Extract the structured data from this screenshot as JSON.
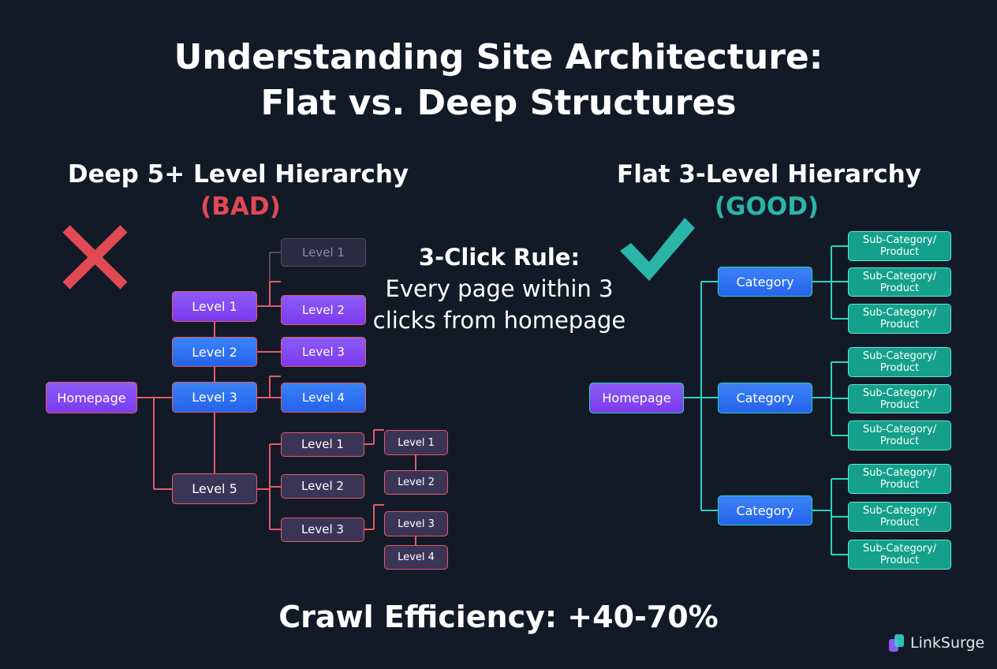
{
  "title": {
    "line1": "Understanding Site Architecture:",
    "line2": "Flat vs. Deep Structures"
  },
  "deep": {
    "heading": "Deep 5+ Level Hierarchy",
    "verdict": "(BAD)",
    "homepage": "Homepage",
    "main": [
      "Level 1",
      "Level 2",
      "Level 3",
      "Level 5"
    ],
    "level1_children": [
      "Level 1",
      "Level 2"
    ],
    "level2_children": [
      "Level 3"
    ],
    "level3_children": [
      "Level 4"
    ],
    "level5_children": [
      "Level 1",
      "Level 2",
      "Level 3"
    ],
    "sub_level1_children": [
      "Level 1",
      "Level 2"
    ],
    "sub_level3_children": [
      "Level 3",
      "Level 4"
    ]
  },
  "flat": {
    "heading": "Flat 3-Level Hierarchy",
    "verdict": "(GOOD)",
    "homepage": "Homepage",
    "categories": [
      "Category",
      "Category",
      "Category"
    ],
    "sub_label": "Sub-Category/ Product"
  },
  "rule": {
    "title": "3-Click Rule:",
    "body": "Every page within 3 clicks from homepage"
  },
  "efficiency": "Crawl Efficiency: +40-70%",
  "brand": "LinkSurge",
  "colors": {
    "bad": "#e04a54",
    "good": "#2bb5a8",
    "deep_wire": "#e55a67",
    "flat_wire": "#2dd4bf"
  },
  "icons": {
    "bad": "x-mark-icon",
    "good": "check-mark-icon",
    "brand": "linksurge-logo-icon"
  }
}
